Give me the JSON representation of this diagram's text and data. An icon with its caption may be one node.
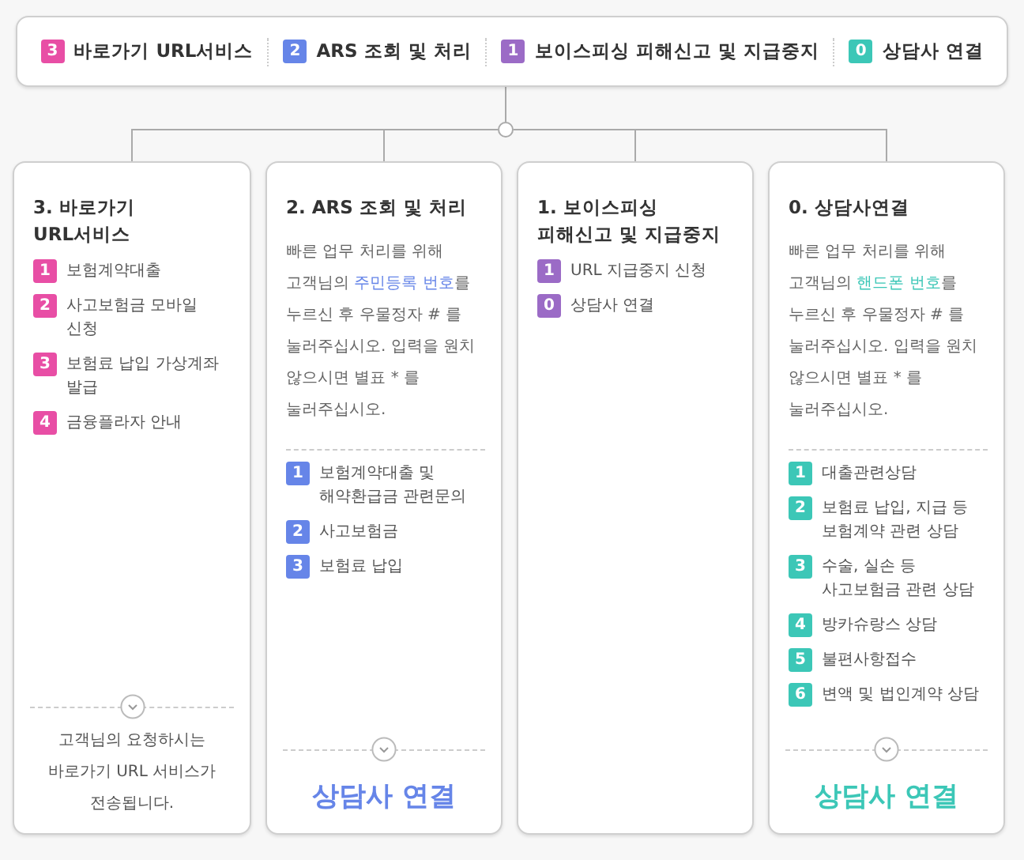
{
  "diagram": {
    "nodes": [
      {
        "text": [
          "3",
          "바로가기 URL서비스",
          "2",
          "ARS 조회 및 처리",
          "1",
          "보이스피싱 피해신고 및 지급중지",
          "0",
          "상담사 연결"
        ]
      },
      {
        "text": [],
        "shape": "circle"
      },
      {
        "text": [
          "3. 바로가기 URL서비스",
          "1",
          "보험계약대출",
          "2",
          "사고보험금 모바일 신청",
          "3",
          "보험료 납입 가상계좌 발급",
          "4",
          "금융플라자 안내",
          "고객님의 요청하시는 바로가기 URL 서비스가 전송됩니다."
        ]
      },
      {
        "text": [
          "2. ARS 조회 및 처리",
          "빠른 업무 처리를 위해 고객님의 **주민등록 번호**를 누르신 후 우물정자 # 를 눌러주십시오. 입력을 원치 않으시면 별표 * 를 눌러주십시오.",
          "1",
          "보험계약대출 및 해약환급금 관련문의",
          "2",
          "사고보험금",
          "3",
          "보험료 납입",
          "상담사 연결"
        ]
      },
      {
        "text": [
          "1. 보이스피싱 피해신고 및 지급중지",
          "1",
          "URL 지급중지 신청",
          "0",
          "상담사 연결"
        ]
      },
      {
        "text": [
          "0. 상담사연결",
          "빠른 업무 처리를 위해 고객님의 **핸드폰 번호**를 누르신 후 우물정자 # 를 눌러주십시오. 입력을 원치 않으시면 별표 * 를 눌러주십시오.",
          "1",
          "대출관련상담",
          "2",
          "보험료 납입, 지급 등 보험계약 관련 상담",
          "3",
          "수술, 실손 등 사고보험금 관련 상담",
          "4",
          "방카슈랑스 상담",
          "5",
          "불편사항접수",
          "6",
          "변액 및 법인계약 상담",
          "상담사 연결"
        ]
      }
    ],
    "edges": [
      {
        "from": 0,
        "to": 1,
        "arrow": "none"
      },
      {
        "from": 1,
        "to": 2,
        "arrow": "none"
      },
      {
        "from": 1,
        "to": 3,
        "arrow": "none"
      },
      {
        "from": 1,
        "to": 4,
        "arrow": "none"
      },
      {
        "from": 1,
        "to": 5,
        "arrow": "none"
      }
    ]
  }
}
